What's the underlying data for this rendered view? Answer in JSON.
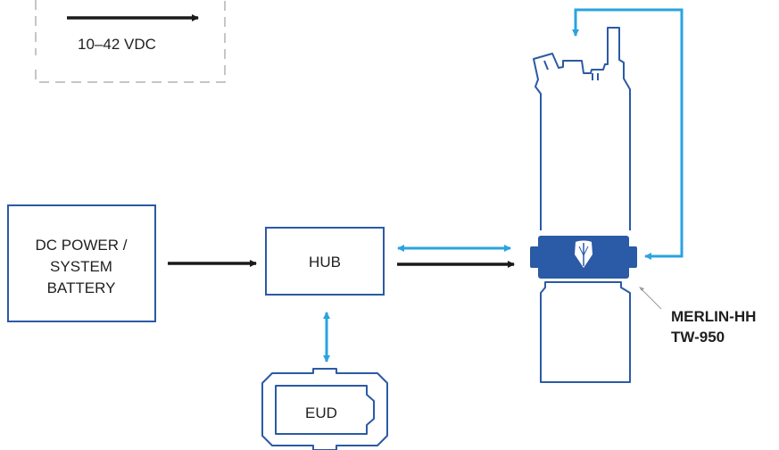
{
  "colors": {
    "outline": "#2b5aa6",
    "device_fill": "#2b5aa6",
    "data_link": "#2aa3df",
    "power_link": "#1a1a1a",
    "legend_border": "#b3b3b3",
    "text": "#1f1f1f"
  },
  "legend": {
    "power_label": "10–42 VDC"
  },
  "nodes": {
    "dc_power": {
      "line1": "DC POWER /",
      "line2": "SYSTEM",
      "line3": "BATTERY"
    },
    "hub": {
      "label": "HUB"
    },
    "eud": {
      "label": "EUD"
    },
    "radio": {
      "name_line1": "MERLIN-HH",
      "name_line2": "TW-950"
    }
  },
  "icons": {
    "radio": "handheld-radio-icon",
    "eud": "eud-device-icon",
    "shield": "shield-logo-icon"
  }
}
